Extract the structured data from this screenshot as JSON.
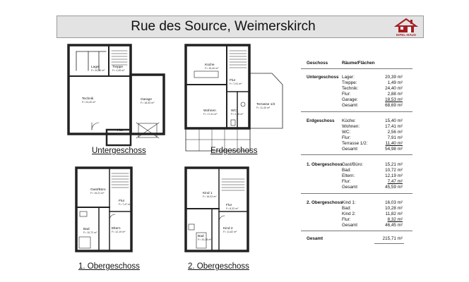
{
  "title": "Rue des Source, Weimerskirch",
  "logo": {
    "text": "EIFEL-HAUS",
    "icon": "house-logo-icon",
    "color": "#a31e22"
  },
  "floors": [
    {
      "label": "Untergeschoss",
      "rooms": [
        {
          "name": "Lager",
          "area": "F= 20,39 m²"
        },
        {
          "name": "Treppe",
          "area": "F= 1,49 m²"
        },
        {
          "name": "Technik",
          "area": "F= 24,40 m²"
        },
        {
          "name": "Garage",
          "area": "F= 18,53 m²"
        },
        {
          "name": "Flur",
          "area": "F= 2,88 m²"
        }
      ]
    },
    {
      "label": "Erdgeschoss",
      "rooms": [
        {
          "name": "Küche",
          "area": "F= 15,40 m²"
        },
        {
          "name": "Flur",
          "area": "F= 7,91 m²"
        },
        {
          "name": "Terrasse 1/2",
          "area": "F= 11,40 m²"
        },
        {
          "name": "Wohnen",
          "area": "F= 17,41 m²"
        },
        {
          "name": "WC",
          "area": "F= 2,56 m²"
        }
      ]
    },
    {
      "label": "1. Obergeschoss",
      "rooms": [
        {
          "name": "Gast/Büro",
          "area": "F= 15,21 m²"
        },
        {
          "name": "Flur",
          "area": "F= 7,47 m²"
        },
        {
          "name": "Bad",
          "area": "F= 10,72 m²"
        },
        {
          "name": "Eltern",
          "area": "F= 12,19 m²"
        }
      ]
    },
    {
      "label": "2. Obergeschoss",
      "rooms": [
        {
          "name": "Kind 1",
          "area": "F= 16,03 m²"
        },
        {
          "name": "Flur",
          "area": "F= 8,32 m²"
        },
        {
          "name": "Bad",
          "area": "F= 10,28 m²"
        },
        {
          "name": "Kind 2",
          "area": "F= 11,82 m²"
        }
      ]
    }
  ],
  "table": {
    "headers": [
      "Geschoss",
      "Räume/Flächen"
    ],
    "sections": [
      {
        "name": "Untergeschoss",
        "rows": [
          {
            "name": "Lager:",
            "value": "20,39 m²"
          },
          {
            "name": "Treppe:",
            "value": "1,49 m²"
          },
          {
            "name": "Technik:",
            "value": "24,40 m²"
          },
          {
            "name": "Flur:",
            "value": "2,88 m²"
          },
          {
            "name": "Garage:",
            "value": "18,53 m²"
          }
        ],
        "total": {
          "name": "Gesamt",
          "value": "68,69 m²"
        }
      },
      {
        "name": "Erdgeschoss",
        "rows": [
          {
            "name": "Küche:",
            "value": "15,40 m²"
          },
          {
            "name": "Wohnen:",
            "value": "17,41 m²"
          },
          {
            "name": "WC:",
            "value": "2,56 m²"
          },
          {
            "name": "Flur:",
            "value": "7,91 m²"
          },
          {
            "name": "Terrasse 1/2:",
            "value": "11,40 m²"
          }
        ],
        "total": {
          "name": "Gesamt",
          "value": "54,98 m²"
        }
      },
      {
        "name": "1. Obergeschoss",
        "rows": [
          {
            "name": "Gast/Büro:",
            "value": "15,21 m²"
          },
          {
            "name": "Bad:",
            "value": "10,72 m²"
          },
          {
            "name": "Eltern:",
            "value": "12,19 m²"
          },
          {
            "name": "Flur:",
            "value": "7,47 m²"
          }
        ],
        "total": {
          "name": "Gesamt",
          "value": "45,59 m²"
        }
      },
      {
        "name": "2. Obergeschoss",
        "rows": [
          {
            "name": "Kind 1:",
            "value": "16,03 m²"
          },
          {
            "name": "Bad:",
            "value": "10,28 m²"
          },
          {
            "name": "Kind 2:",
            "value": "11,82 m²"
          },
          {
            "name": "Flur:",
            "value": "8,32 m²"
          }
        ],
        "total": {
          "name": "Gesamt",
          "value": "46,45 m²"
        }
      }
    ],
    "grand_total": {
      "name": "Gesamt",
      "value": "215,71 m²"
    }
  }
}
